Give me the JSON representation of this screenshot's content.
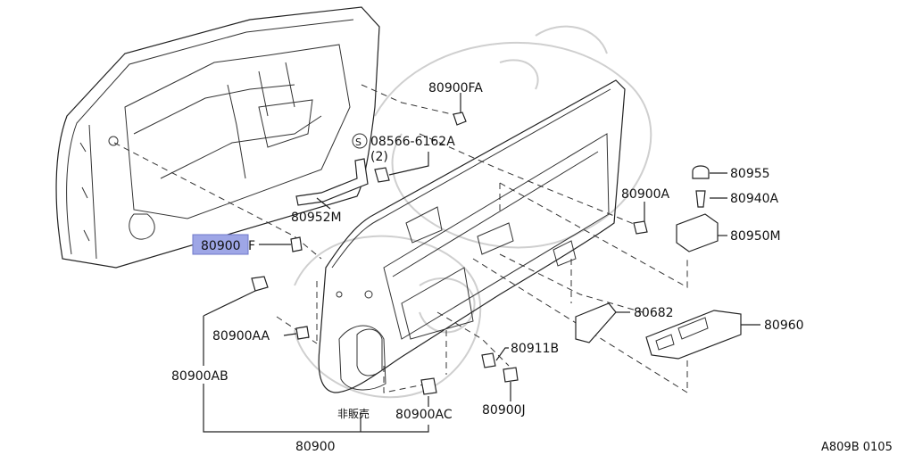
{
  "diagram": {
    "highlight_color": "#9ea6e6",
    "labels": {
      "p80900fa": "80900FA",
      "p08566": "08566-6162A",
      "p08566_s": "S",
      "p08566_qty": "(2)",
      "p80955": "80955",
      "p80940a": "80940A",
      "p80900a": "80900A",
      "p80950m": "80950M",
      "p80952m": "80952M",
      "p80900f_hl": "80900",
      "p80900f_suffix": "F",
      "p80682": "80682",
      "p80960": "80960",
      "p80900aa": "80900AA",
      "p80911b": "80911B",
      "p80900ab": "80900AB",
      "p80900ac": "80900AC",
      "p80900j": "80900J",
      "not_for_sale": "非販売",
      "p80900": "80900",
      "diagram_code": "A809B 0105"
    }
  }
}
